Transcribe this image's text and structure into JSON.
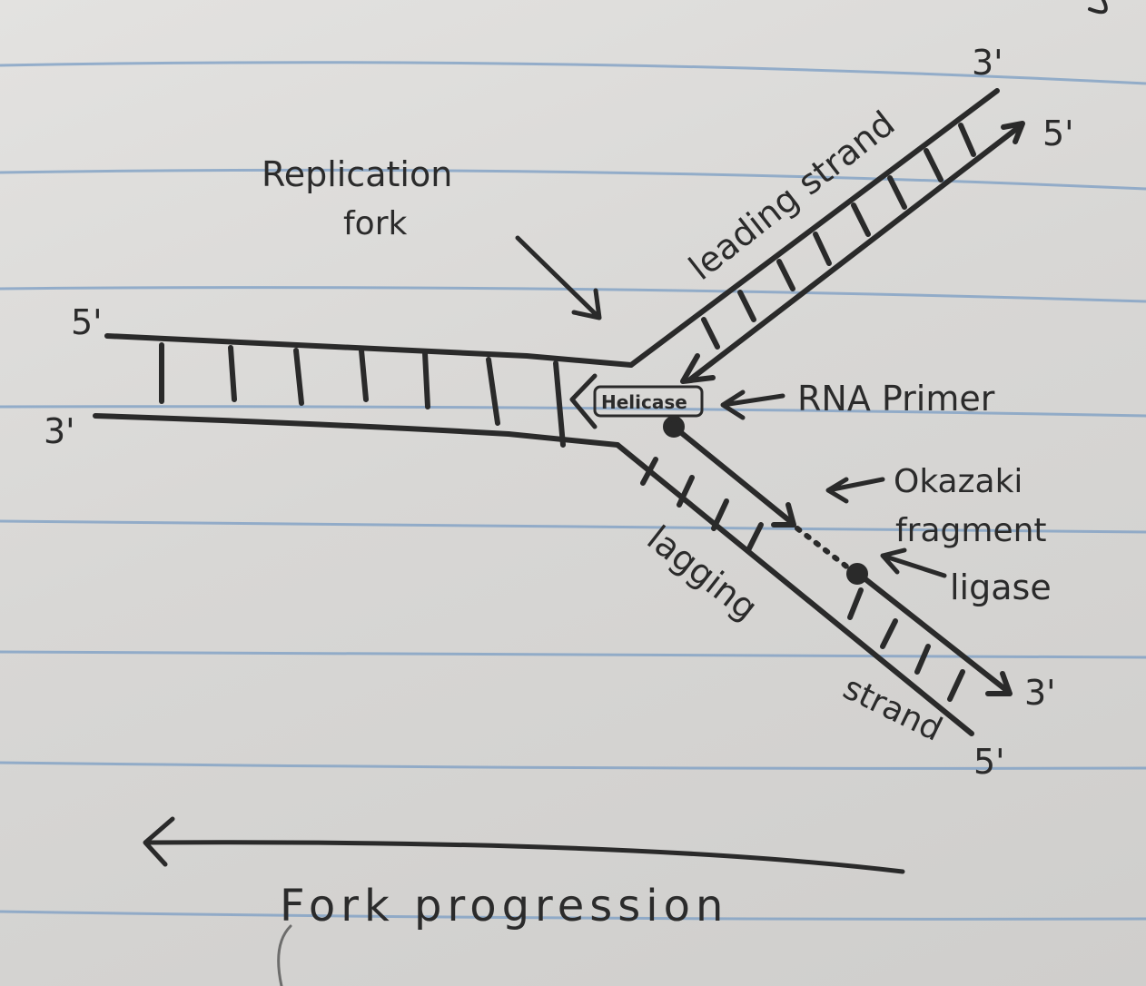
{
  "diagram": {
    "labels": {
      "replication_fork_line1": "Replication",
      "replication_fork_line2": "fork",
      "leading_strand": "leading strand",
      "lagging_strand_part1": "lagging",
      "lagging_strand_part2": "strand",
      "helicase": "Helicase",
      "rna_primer": "RNA Primer",
      "okazaki_line1": "Okazaki",
      "okazaki_line2": "fragment",
      "ligase": "ligase",
      "fork_progression": "Fork progression"
    },
    "ends": {
      "parent_top_left": "5'",
      "parent_bottom_left": "3'",
      "leading_top": "3'",
      "leading_new": "5'",
      "lagging_new": "3'",
      "lagging_bottom": "5'"
    },
    "colors": {
      "paper": "#dcdbd9",
      "rule_line": "#7fa0c4",
      "ink": "#2a2a2a"
    }
  }
}
